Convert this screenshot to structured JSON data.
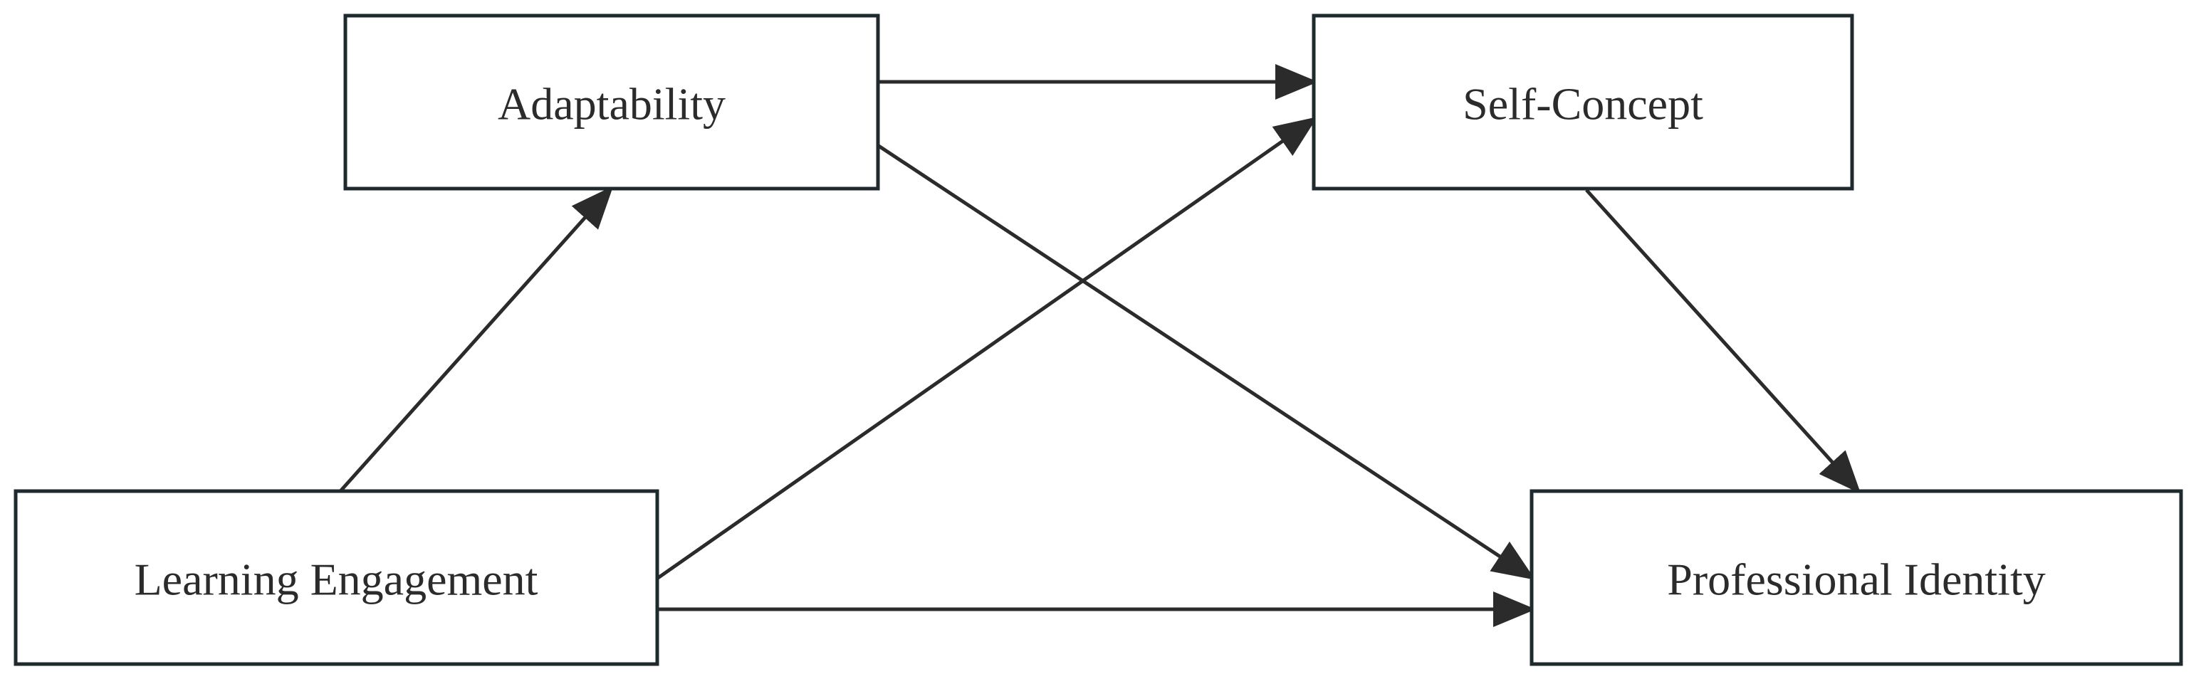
{
  "nodes": [
    {
      "id": "adaptability",
      "label": "Adaptability"
    },
    {
      "id": "self_concept",
      "label": "Self-Concept"
    },
    {
      "id": "learning_engagement",
      "label": "Learning Engagement"
    },
    {
      "id": "professional_identity",
      "label": "Professional Identity"
    }
  ],
  "edges": [
    {
      "from": "learning_engagement",
      "to": "adaptability"
    },
    {
      "from": "adaptability",
      "to": "self_concept"
    },
    {
      "from": "adaptability",
      "to": "professional_identity"
    },
    {
      "from": "learning_engagement",
      "to": "self_concept"
    },
    {
      "from": "learning_engagement",
      "to": "professional_identity"
    },
    {
      "from": "self_concept",
      "to": "professional_identity"
    }
  ],
  "colors": {
    "box_stroke": "#1f2a2e",
    "arrow": "#2b2b2b",
    "text": "#2b2b2b"
  }
}
